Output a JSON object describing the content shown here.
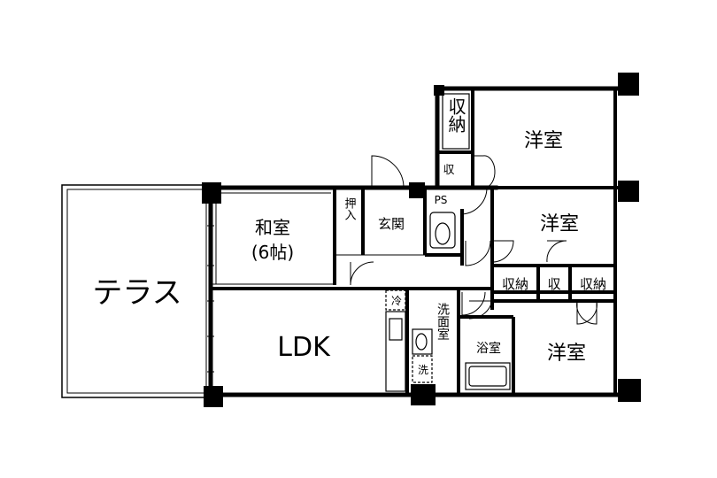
{
  "rooms": {
    "terrace": "テラス",
    "ldk": "LDK",
    "washitsu": "和室",
    "washitsu_size": "(6帖)",
    "oshiire": "押入",
    "genkan": "玄関",
    "ps": "PS",
    "storage_top": "収納",
    "shu_small_top": "収",
    "yoshitsu_top": "洋室",
    "yoshitsu_mid": "洋室",
    "yoshitsu_bottom": "洋室",
    "storage_left": "収納",
    "shu_small_mid": "収",
    "storage_right": "収納",
    "senmenshitsu": "洗面室",
    "yokushitsu": "浴室",
    "rei": "冷",
    "sen": "洗"
  }
}
